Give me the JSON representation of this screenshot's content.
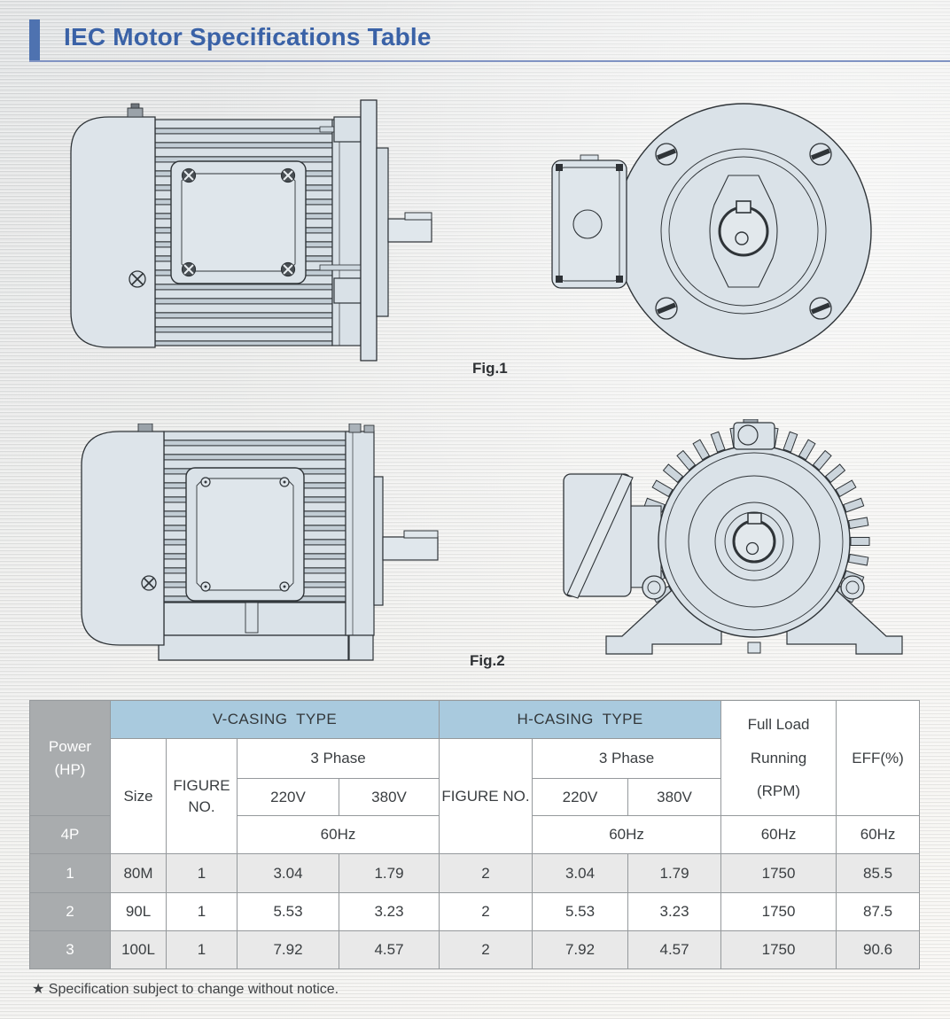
{
  "header": {
    "title": "IEC Motor Specifications Table"
  },
  "figures": [
    {
      "label": "Fig.1"
    },
    {
      "label": "Fig.2"
    }
  ],
  "table": {
    "h": {
      "power": "Power\n(HP)",
      "pole": "4P",
      "v_casing": "V-CASING TYPE",
      "h_casing": "H-CASING TYPE",
      "size": "Size",
      "figure_two": "FIGURE\nNO.",
      "figure_one": "FIGURE NO.",
      "phase": "3 Phase",
      "v220": "220V",
      "v380": "380V",
      "hz": "60Hz",
      "full_load": "Full Load\nRunning\n(RPM)",
      "eff": "EFF(%)"
    },
    "rows": [
      {
        "power": "1",
        "size": "80M",
        "fig_v": "1",
        "v220": "3.04",
        "v380": "1.79",
        "fig_h": "2",
        "h220": "3.04",
        "h380": "1.79",
        "rpm": "1750",
        "eff": "85.5"
      },
      {
        "power": "2",
        "size": "90L",
        "fig_v": "1",
        "v220": "5.53",
        "v380": "3.23",
        "fig_h": "2",
        "h220": "5.53",
        "h380": "3.23",
        "rpm": "1750",
        "eff": "87.5"
      },
      {
        "power": "3",
        "size": "100L",
        "fig_v": "1",
        "v220": "7.92",
        "v380": "4.57",
        "fig_h": "2",
        "h220": "7.92",
        "h380": "4.57",
        "rpm": "1750",
        "eff": "90.6"
      }
    ]
  },
  "footnote": "★ Specification subject to change without notice.",
  "colors": {
    "accent_blue": "#3a62a7",
    "bar_blue": "#4e72b0",
    "header_blue": "#a9cade",
    "header_gray": "#a9acae",
    "row_alt": "#e9e9e9",
    "border": "#95999c",
    "drawing_fill": "#dae2e8",
    "drawing_line": "#2f3438"
  }
}
